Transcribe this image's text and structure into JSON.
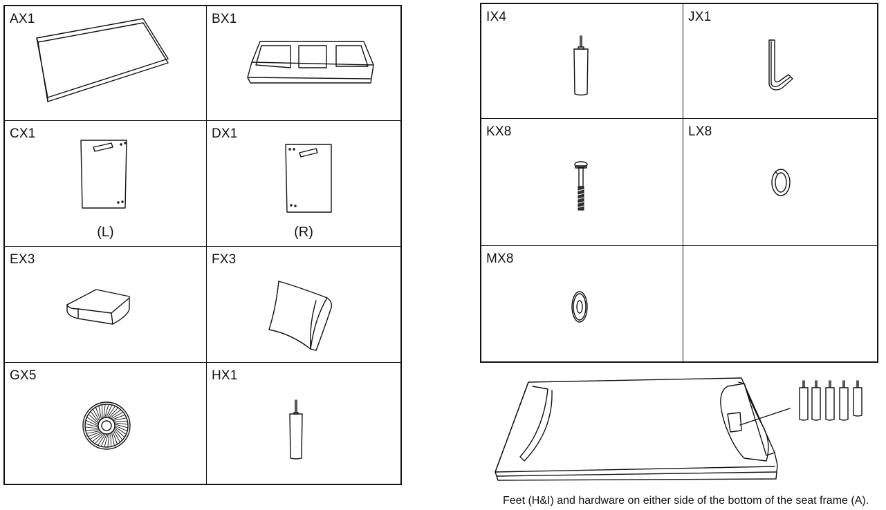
{
  "left_parts": [
    {
      "label": "AX1",
      "icon": "seat-frame-panel-icon"
    },
    {
      "label": "BX1",
      "icon": "seat-base-tray-icon"
    },
    {
      "label": "CX1",
      "icon": "left-side-panel-icon",
      "side": "(L)"
    },
    {
      "label": "DX1",
      "icon": "right-side-panel-icon",
      "side": "(R)"
    },
    {
      "label": "EX3",
      "icon": "seat-cushion-icon"
    },
    {
      "label": "FX3",
      "icon": "back-cushion-icon"
    },
    {
      "label": "GX5",
      "icon": "caster-wheel-icon"
    },
    {
      "label": "HX1",
      "icon": "leg-icon"
    }
  ],
  "right_parts": [
    {
      "label": "IX4",
      "icon": "leg-icon"
    },
    {
      "label": "JX1",
      "icon": "allen-key-icon"
    },
    {
      "label": "KX8",
      "icon": "bolt-icon"
    },
    {
      "label": "LX8",
      "icon": "spring-washer-icon"
    },
    {
      "label": "MX8",
      "icon": "flat-washer-icon"
    },
    {
      "label": "",
      "icon": ""
    }
  ],
  "caption": "Feet (H&I) and hardware on either side of the bottom of the seat frame (A)."
}
